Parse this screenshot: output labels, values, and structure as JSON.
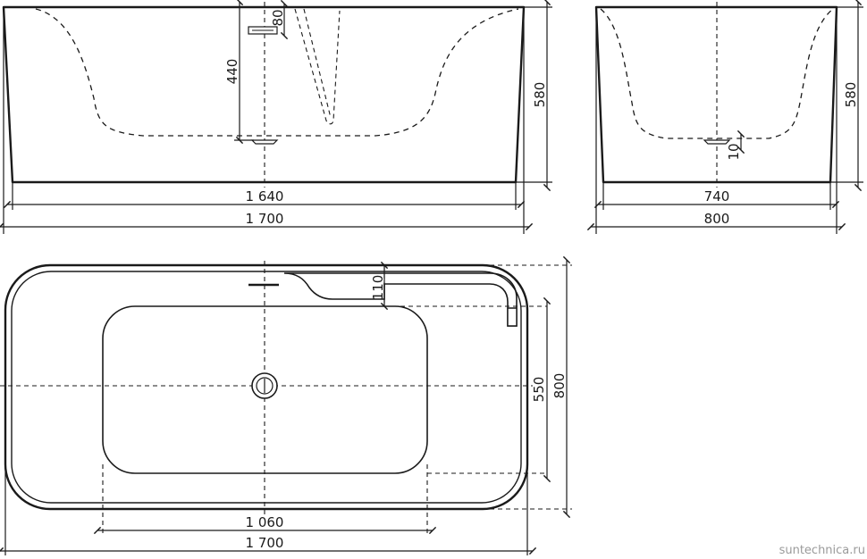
{
  "front_view": {
    "dim_inner_width": "1 640",
    "dim_outer_width": "1 700",
    "dim_height": "580",
    "dim_depth": "440",
    "dim_overflow": "80"
  },
  "side_view": {
    "dim_inner_width": "740",
    "dim_outer_width": "800",
    "dim_height": "580",
    "dim_drain": "10"
  },
  "top_view": {
    "dim_basin_length": "1 060",
    "dim_outer_length": "1 700",
    "dim_basin_width": "550",
    "dim_outer_width": "800",
    "dim_rim": "110"
  },
  "watermark": "suntechnica.ru"
}
